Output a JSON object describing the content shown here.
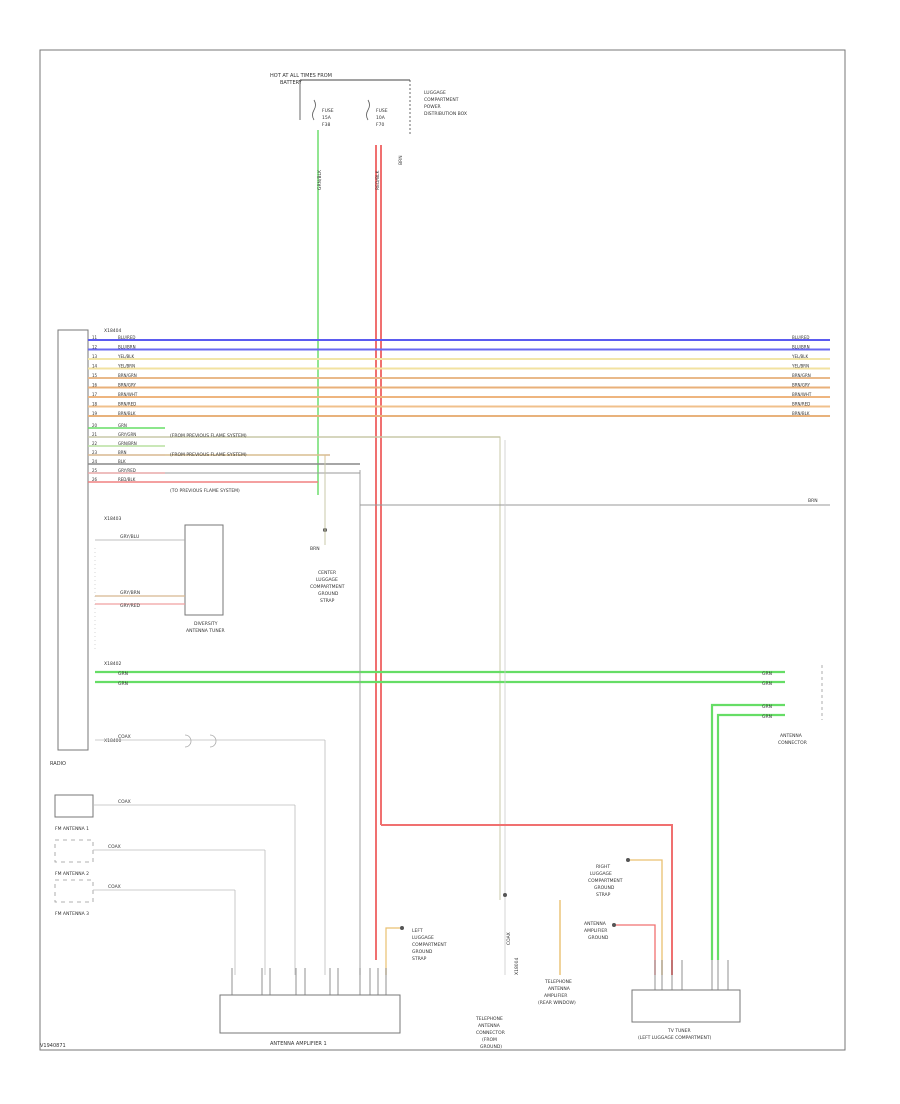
{
  "diagram": {
    "footer_code": "V1940871",
    "top_source": [
      "HOT AT ALL TIMES FROM",
      "BATTERY"
    ],
    "fuses": [
      {
        "name": "FUSE",
        "rating": "15A",
        "num": "F38"
      },
      {
        "name": "FUSE",
        "rating": "10A",
        "num": "F70"
      }
    ],
    "fuse_panel_label": [
      "LUGGAGE",
      "COMPARTMENT",
      "POWER",
      "DISTRIBUTION BOX"
    ],
    "wire_green_top": "GRN/BLK",
    "wire_red_top": "RED/BLK",
    "wire_brn_top": "BRN",
    "left_connector": "X18404",
    "right_bus": [
      {
        "pin": "11",
        "color": "BLU/RED",
        "stroke": "#5b5bf0"
      },
      {
        "pin": "12",
        "color": "BLU/BRN",
        "stroke": "#6a6af2"
      },
      {
        "pin": "13",
        "color": "YEL/BLK",
        "stroke": "#f2e6a8"
      },
      {
        "pin": "14",
        "color": "YEL/BRN",
        "stroke": "#f2e2a0"
      },
      {
        "pin": "15",
        "color": "BRN/GRN",
        "stroke": "#e9b98a"
      },
      {
        "pin": "16",
        "color": "BRN/GRY",
        "stroke": "#e9b07a"
      },
      {
        "pin": "17",
        "color": "BRN/WHT",
        "stroke": "#eeb57f"
      },
      {
        "pin": "18",
        "color": "BRN/RED",
        "stroke": "#f0c08c"
      },
      {
        "pin": "19",
        "color": "BRN/BLK",
        "stroke": "#e8b27c"
      }
    ],
    "mid_pins": [
      {
        "pin": "20",
        "color": "GRN",
        "stroke": "#66dd66"
      },
      {
        "pin": "21",
        "color": "GRY/GRN",
        "stroke": "#c8c8a8"
      },
      {
        "pin": "22",
        "color": "GRN/BRN",
        "stroke": "#b8e0a0"
      },
      {
        "pin": "23",
        "color": "BRN",
        "stroke": "#d8b890"
      },
      {
        "pin": "24",
        "color": "BLK",
        "stroke": "#888888"
      },
      {
        "pin": "25",
        "color": "GRY/RED",
        "stroke": "#e8a8a8"
      },
      {
        "pin": "26",
        "color": "RED/BLK",
        "stroke": "#f08080"
      }
    ],
    "mid_notes": [
      "(FROM PREVIOUS FLAME SYSTEM)",
      "(FROM PREVIOUS FLAME SYSTEM)",
      "(TO PREVIOUS FLAME SYSTEM)"
    ],
    "right_brn": "BRN",
    "second_connector": "X18403",
    "diversity_wires": [
      "GRY/BLU",
      "GRY/BRN",
      "GRY/RED"
    ],
    "diversity_label": [
      "DIVERSITY",
      "ANTENNA TUNER"
    ],
    "ground_label": [
      "CENTER",
      "LUGGAGE",
      "COMPARTMENT",
      "GROUND",
      "STRAP"
    ],
    "ground_wire": "BRN",
    "third_connector": "X18402",
    "green_bus": [
      "GRN",
      "GRN"
    ],
    "green_right": [
      "GRN",
      "GRN",
      "GRN",
      "GRN"
    ],
    "antenna_conn_label": [
      "ANTENNA",
      "CONNECTOR"
    ],
    "radio_label": "RADIO",
    "coax": "COAX",
    "radio_pin": "X18400",
    "antennas": [
      {
        "label": "FM ANTENNA 1",
        "wire": "COAX"
      },
      {
        "label": "FM ANTENNA 2",
        "wire": "COAX"
      },
      {
        "label": "FM ANTENNA 3",
        "wire": "COAX"
      }
    ],
    "amp_label": "ANTENNA AMPLIFIER 1",
    "amp_ground": [
      "LEFT",
      "LUGGAGE",
      "COMPARTMENT",
      "GROUND",
      "STRAP"
    ],
    "trunk_label": [
      "TELEPHONE",
      "ANTENNA",
      "CONNECTOR",
      "(FROM",
      "GROUND)"
    ],
    "trunk_connector": "X18004",
    "trunk_wire": "COAX",
    "bottom_center_label": [
      "TELEPHONE",
      "ANTENNA",
      "AMPLIFIER",
      "(REAR WINDOW)"
    ],
    "right_ground1": [
      "RIGHT",
      "LUGGAGE",
      "COMPARTMENT",
      "GROUND",
      "STRAP"
    ],
    "right_ground2": [
      "ANTENNA",
      "AMPLIFIER",
      "GROUND"
    ],
    "right_module_label": [
      "TV TUNER",
      "(LEFT LUGGAGE COMPARTMENT)"
    ]
  }
}
